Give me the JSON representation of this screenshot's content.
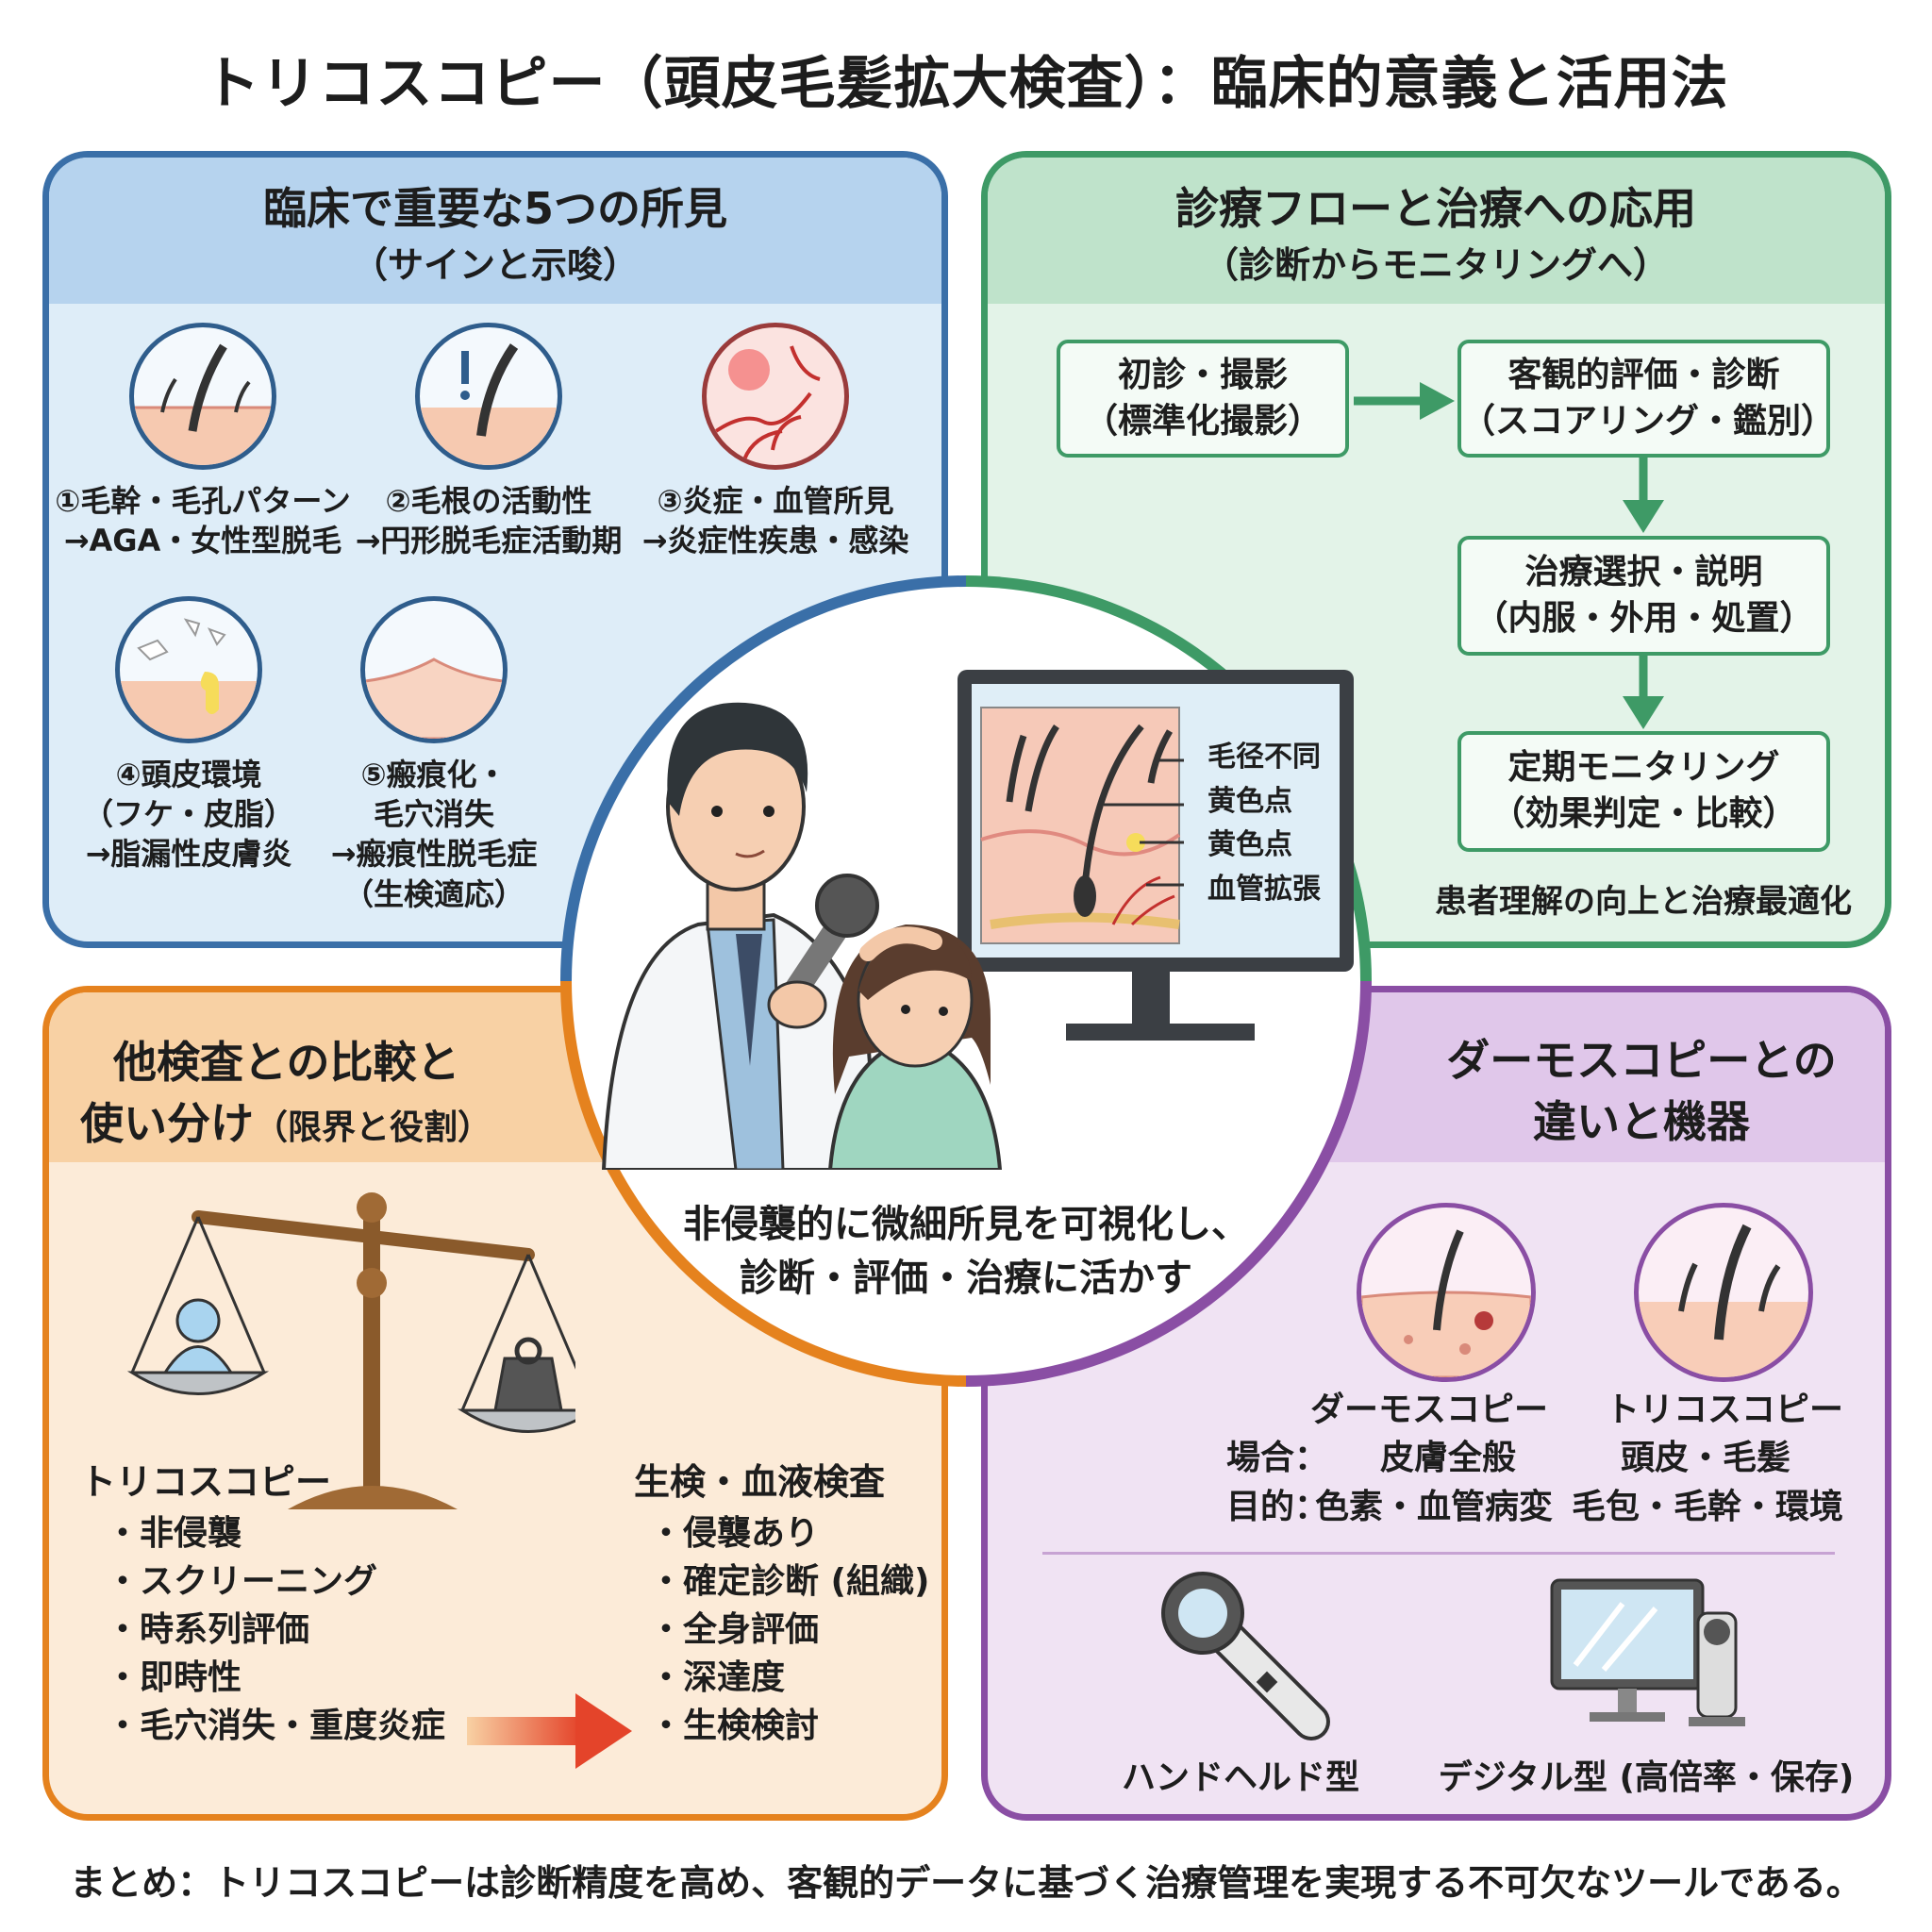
{
  "title": "トリコスコピー（頭皮毛髪拡大検査）：臨床的意義と活用法",
  "findings": {
    "title": "臨床で重要な5つの所見",
    "subtitle": "（サインと示唆）",
    "items": [
      {
        "line1": "①毛幹・毛孔パターン",
        "line2": "→AGA・女性型脱毛"
      },
      {
        "line1": "②毛根の活動性",
        "line2": "→円形脱毛症活動期"
      },
      {
        "line1": "③炎症・血管所見",
        "line2": "→炎症性疾患・感染"
      },
      {
        "line1": "④頭皮環境",
        "line2": "（フケ・皮脂）",
        "line3": "→脂漏性皮膚炎"
      },
      {
        "line1": "⑤瘢痕化・",
        "line2": "毛穴消失",
        "line3": "→瘢痕性脱毛症",
        "line4": "（生検適応）"
      }
    ]
  },
  "flow": {
    "title": "診療フローと治療への応用",
    "subtitle": "（診断からモニタリングへ）",
    "steps": [
      {
        "line1": "初診・撮影",
        "line2": "（標準化撮影）"
      },
      {
        "line1": "客観的評価・診断",
        "line2": "（スコアリング・鑑別）"
      },
      {
        "line1": "治療選択・説明",
        "line2": "（内服・外用・処置）"
      },
      {
        "line1": "定期モニタリング",
        "line2": "（効果判定・比較）"
      }
    ],
    "footer": "患者理解の向上と治療最適化"
  },
  "center": {
    "monitor_labels": [
      "毛径不同",
      "黄色点",
      "黄色点",
      "血管拡張"
    ],
    "line1": "非侵襲的に微細所見を可視化し、",
    "line2": "診断・評価・治療に活かす"
  },
  "comparison": {
    "title_line1": "他検査との比較と",
    "title_line2": "使い分け",
    "title_paren": "（限界と役割）",
    "left": {
      "title": "トリコスコピー",
      "items": [
        "・非侵襲",
        "・スクリーニング",
        "・時系列評価",
        "・即時性",
        "・毛穴消失・重度炎症"
      ]
    },
    "right": {
      "title": "生検・血液検査",
      "items": [
        "・侵襲あり",
        "・確定診断 (組織)",
        "・全身評価",
        "・深達度",
        "・生検検討"
      ]
    }
  },
  "dermoscopy": {
    "title_line1": "ダーモスコピーとの",
    "title_line2": "違いと機器",
    "col1": "ダーモスコピー",
    "col2": "トリコスコピー",
    "rows": [
      {
        "label": "場合：",
        "c1": "皮膚全般",
        "c2": "頭皮・毛髪"
      },
      {
        "label": "目的：",
        "c1": "色素・血管病変",
        "c2": "毛包・毛幹・環境"
      }
    ],
    "device1": "ハンドヘルド型",
    "device2": "デジタル型 (高倍率・保存)"
  },
  "summary": "まとめ：トリコスコピーは診断精度を高め、客観的データに基づく治療管理を実現する不可欠なツールである。",
  "colors": {
    "blue": "#3a6fa8",
    "green": "#3e9a66",
    "orange": "#e5821e",
    "purple": "#8a4ea4"
  }
}
